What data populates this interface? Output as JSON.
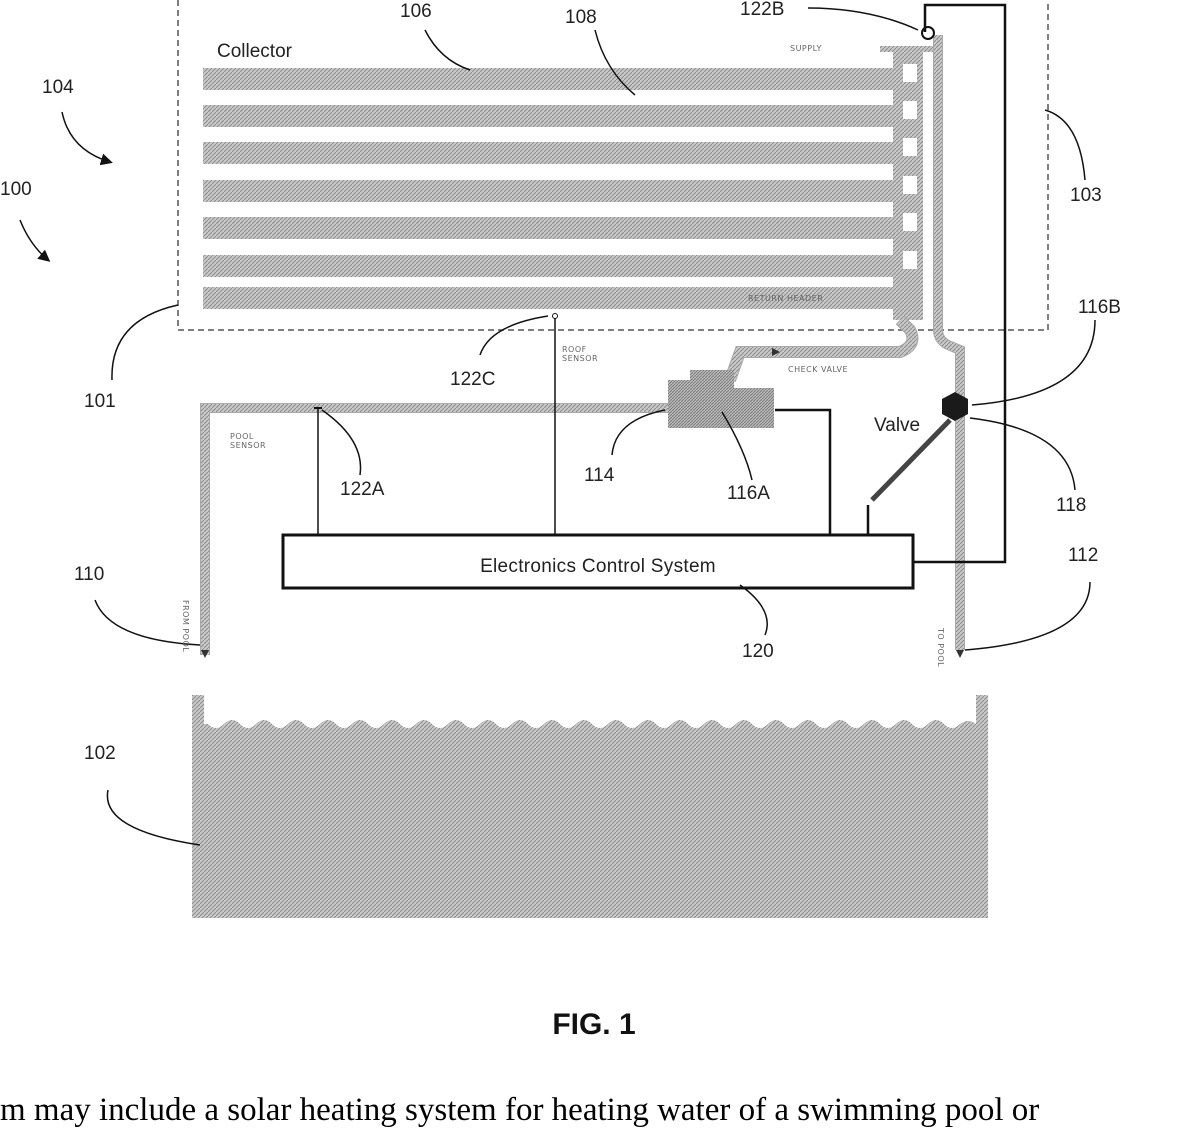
{
  "figure": {
    "caption": "FIG. 1",
    "body_text": "m may include a solar heating system for heating water of a swimming pool or"
  },
  "labels": {
    "collector": "Collector",
    "electronics_control_system": "Electronics Control System",
    "valve": "Valve",
    "supply_header": "SUPPLY",
    "return_header": "RETURN HEADER",
    "roof_sensor": "ROOF\nSENSOR",
    "check_valve": "CHECK VALVE",
    "pool_sensor": "POOL\nSENSOR",
    "from_pool": "FROM POOL",
    "to_pool": "TO POOL"
  },
  "reference_numerals": {
    "r100": "100",
    "r101": "101",
    "r102": "102",
    "r103": "103",
    "r104": "104",
    "r106": "106",
    "r108": "108",
    "r110": "110",
    "r112": "112",
    "r114": "114",
    "r116A": "116A",
    "r116B": "116B",
    "r118": "118",
    "r120": "120",
    "r122A": "122A",
    "r122B": "122B",
    "r122C": "122C"
  },
  "colors": {
    "pipe": "#bdbdbd",
    "pipe_edge": "#8a8a8a",
    "water": "#b5b5b5",
    "outline": "#111111",
    "dashed": "#555555"
  }
}
